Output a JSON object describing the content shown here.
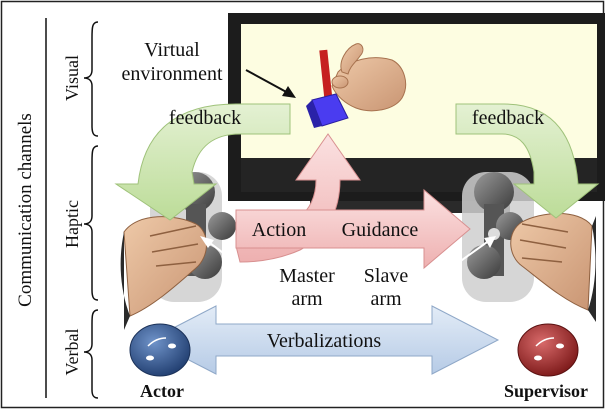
{
  "labels": {
    "axis": "Communication channels",
    "visual": "Visual",
    "haptic": "Haptic",
    "verbal": "Verbal",
    "virtual_line1": "Virtual",
    "virtual_line2": "environment",
    "feedback_left": "feedback",
    "feedback_right": "feedback",
    "action": "Action",
    "guidance": "Guidance",
    "master_line1": "Master",
    "master_line2": "arm",
    "slave_line1": "Slave",
    "slave_line2": "arm",
    "verbalizations": "Verbalizations",
    "actor": "Actor",
    "supervisor": "Supervisor"
  },
  "colors": {
    "screen": "#fdfde1",
    "monitor": "#1c1c1c",
    "feedback_arrow": "#cfe6b4",
    "haptic_arrow": "#f5c4c4",
    "verbal_arrow": "#c8d8ec",
    "actor_icon": "#2d4f86",
    "supervisor_icon": "#a52a2a"
  }
}
